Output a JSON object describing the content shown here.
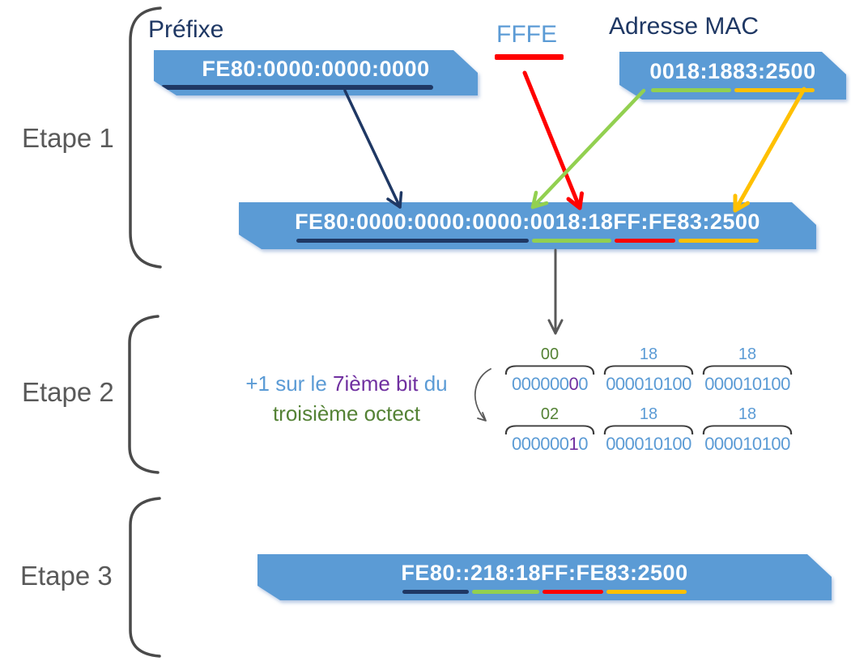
{
  "colors": {
    "banner_blue": "#5B9BD5",
    "navy": "#1F3864",
    "light_blue": "#5B9BD5",
    "green": "#92D050",
    "olive_green": "#548235",
    "red": "#FF0000",
    "orange": "#FFC000",
    "purple": "#7030A0",
    "gray": "#595959"
  },
  "steps": {
    "step1": "Etape 1",
    "step2": "Etape 2",
    "step3": "Etape 3"
  },
  "etape1": {
    "prefix_title": "Préfixe",
    "prefix_value": "FE80:0000:0000:0000",
    "fffe_label": "FFFE",
    "mac_title": "Adresse MAC",
    "mac_part_green": "0018:18",
    "mac_part_orange": "83:2500",
    "result": {
      "part_navy": "FE80:0000:0000:0000:",
      "part_green": "0018:18",
      "part_red": "FF:FE",
      "part_orange": "83:2500"
    }
  },
  "etape2": {
    "note": {
      "blue1": "+1 sur le ",
      "purple": "7ième bit",
      "blue2": " du",
      "line2": "troisième octect"
    },
    "row1": {
      "g1": {
        "hex": "00",
        "pre": "000000",
        "bit7": "0",
        "post": "0"
      },
      "g2": {
        "hex": "18",
        "pre": "000010100",
        "bit7": "",
        "post": ""
      },
      "g3": {
        "hex": "18",
        "pre": "000010100",
        "bit7": "",
        "post": ""
      }
    },
    "row2": {
      "g1": {
        "hex": "02",
        "pre": "000000",
        "bit7": "1",
        "post": "0"
      },
      "g2": {
        "hex": "18",
        "pre": "000010100",
        "bit7": "",
        "post": ""
      },
      "g3": {
        "hex": "18",
        "pre": "000010100",
        "bit7": "",
        "post": ""
      }
    }
  },
  "etape3": {
    "result": {
      "part_navy": "FE80::",
      "part_green": "218:18",
      "part_red": "FF:FE",
      "part_orange": "83:2500"
    }
  }
}
